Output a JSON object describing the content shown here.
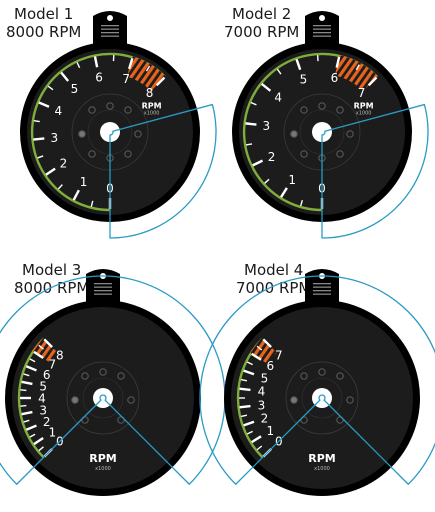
{
  "gauges": [
    {
      "caption": [
        "Model 1",
        "8000 RPM"
      ],
      "max_rpm": 8000,
      "redline_from": 7000,
      "redline_to": 8000,
      "ticks": [
        "0",
        "1",
        "2",
        "3",
        "4",
        "5",
        "6",
        "7",
        "8"
      ],
      "rpm_label": "RPM",
      "unit_label": "x1000",
      "style": "small-face"
    },
    {
      "caption": [
        "Model 2",
        "7000 RPM"
      ],
      "max_rpm": 7000,
      "redline_from": 6000,
      "redline_to": 7000,
      "ticks": [
        "0",
        "1",
        "2",
        "3",
        "4",
        "5",
        "6",
        "7"
      ],
      "rpm_label": "RPM",
      "unit_label": "x1000",
      "style": "small-face"
    },
    {
      "caption": [
        "Model 3",
        "8000 RPM"
      ],
      "max_rpm": 8000,
      "redline_from": 7000,
      "redline_to": 8000,
      "ticks": [
        "0",
        "1",
        "2",
        "3",
        "4",
        "5",
        "6",
        "7",
        "8"
      ],
      "rpm_label": "RPM",
      "unit_label": "x1000",
      "style": "large-face"
    },
    {
      "caption": [
        "Model 4",
        "7000 RPM"
      ],
      "max_rpm": 7000,
      "redline_from": 6000,
      "redline_to": 7000,
      "ticks": [
        "0",
        "1",
        "2",
        "3",
        "4",
        "5",
        "6",
        "7"
      ],
      "rpm_label": "RPM",
      "unit_label": "x1000",
      "style": "large-face"
    }
  ],
  "colors": {
    "bezel": "#000000",
    "face": "#1c1c1c",
    "green_ring": "#7fae3b",
    "redline": "#e8631c",
    "overlay": "#2a9bc4",
    "ticks": "#ffffff"
  }
}
